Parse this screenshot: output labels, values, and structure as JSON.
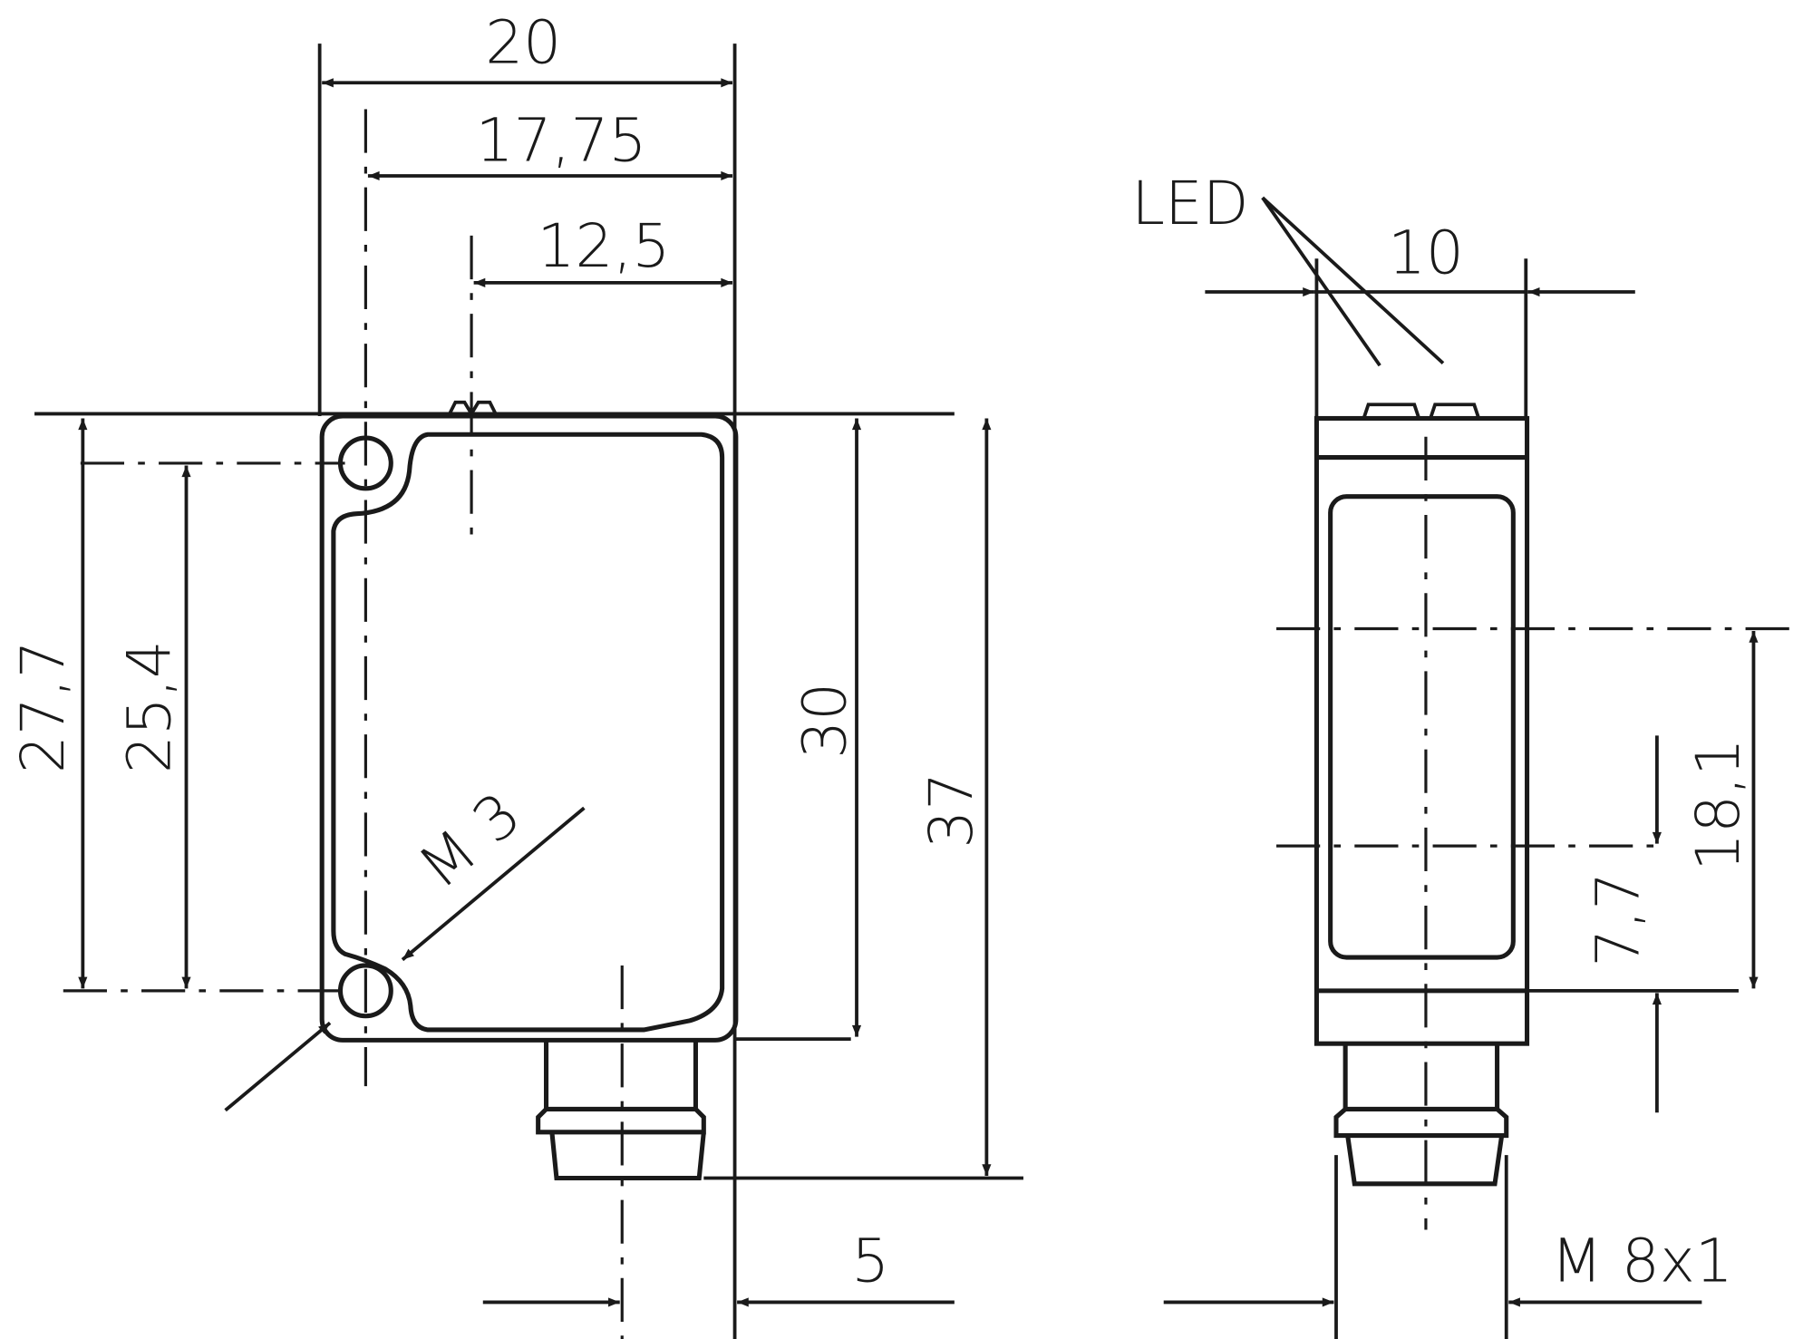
{
  "front_view": {
    "width_total": "20",
    "width_hole_offset": "17,75",
    "width_lens_offset": "12,5",
    "height_outer": "27,7",
    "height_holes": "25,4",
    "height_body": "30",
    "height_total": "37",
    "thread_label": "M 3",
    "connector_offset": "5"
  },
  "side_view": {
    "led_label": "LED",
    "width": "10",
    "height_optical_axis": "18,1",
    "height_second_axis": "7,7",
    "connector_thread": "M 8x1"
  }
}
